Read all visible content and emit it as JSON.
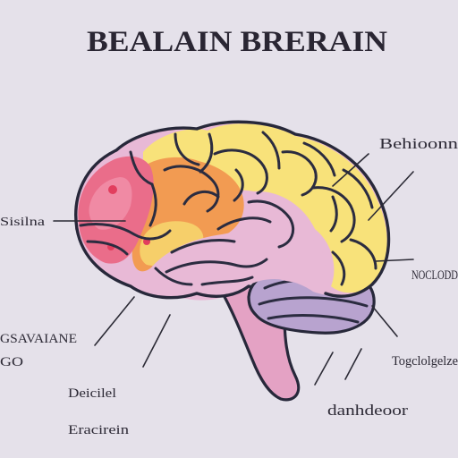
{
  "title": "BEALAIN BRERAIN",
  "labels": {
    "top_right": "Behioonn",
    "left": "Sisilna",
    "right_mid": "NOCLODD",
    "bottom_left_1": "GSAVAIANE",
    "bottom_left_2": "GO",
    "right_low": "Togclolgelze",
    "bottom_left_3": "Deicilel",
    "bottom_right": "danhdeoor",
    "bottom_left_4": "Eracirein"
  },
  "colors": {
    "background": "#e5e1ea",
    "frontal_pink": "#ea6d8a",
    "orange": "#f29b52",
    "yellow": "#f8e27a",
    "lilac": "#e8b9d6",
    "cerebellum": "#b8a3cf",
    "stem": "#e4a2c4"
  }
}
